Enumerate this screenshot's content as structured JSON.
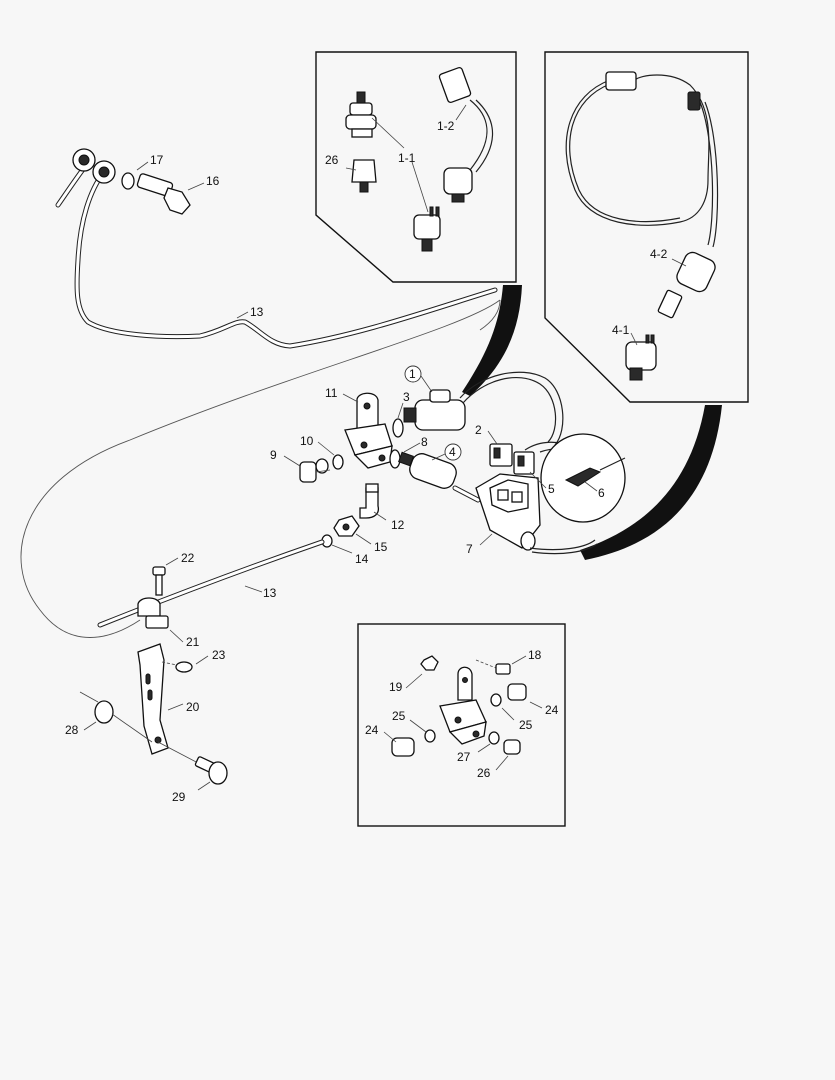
{
  "callouts": {
    "c1": "1",
    "c1_1": "1-1",
    "c1_2": "1-2",
    "c2": "2",
    "c3": "3",
    "c4": "4",
    "c4_1": "4-1",
    "c4_2": "4-2",
    "c5": "5",
    "c6": "6",
    "c7": "7",
    "c8": "8",
    "c9": "9",
    "c10": "10",
    "c11": "11",
    "c12": "12",
    "c13a": "13",
    "c13b": "13",
    "c14": "14",
    "c15": "15",
    "c16": "16",
    "c17": "17",
    "c18": "18",
    "c19": "19",
    "c20": "20",
    "c21": "21",
    "c22": "22",
    "c23": "23",
    "c24a": "24",
    "c24b": "24",
    "c25a": "25",
    "c25b": "25",
    "c26a": "26",
    "c26b": "26",
    "c27": "27",
    "c28": "28",
    "c29": "29"
  },
  "insets": {
    "switch_detail": "inset 1",
    "sensor_detail": "inset 4",
    "block_detail": "inset block"
  }
}
